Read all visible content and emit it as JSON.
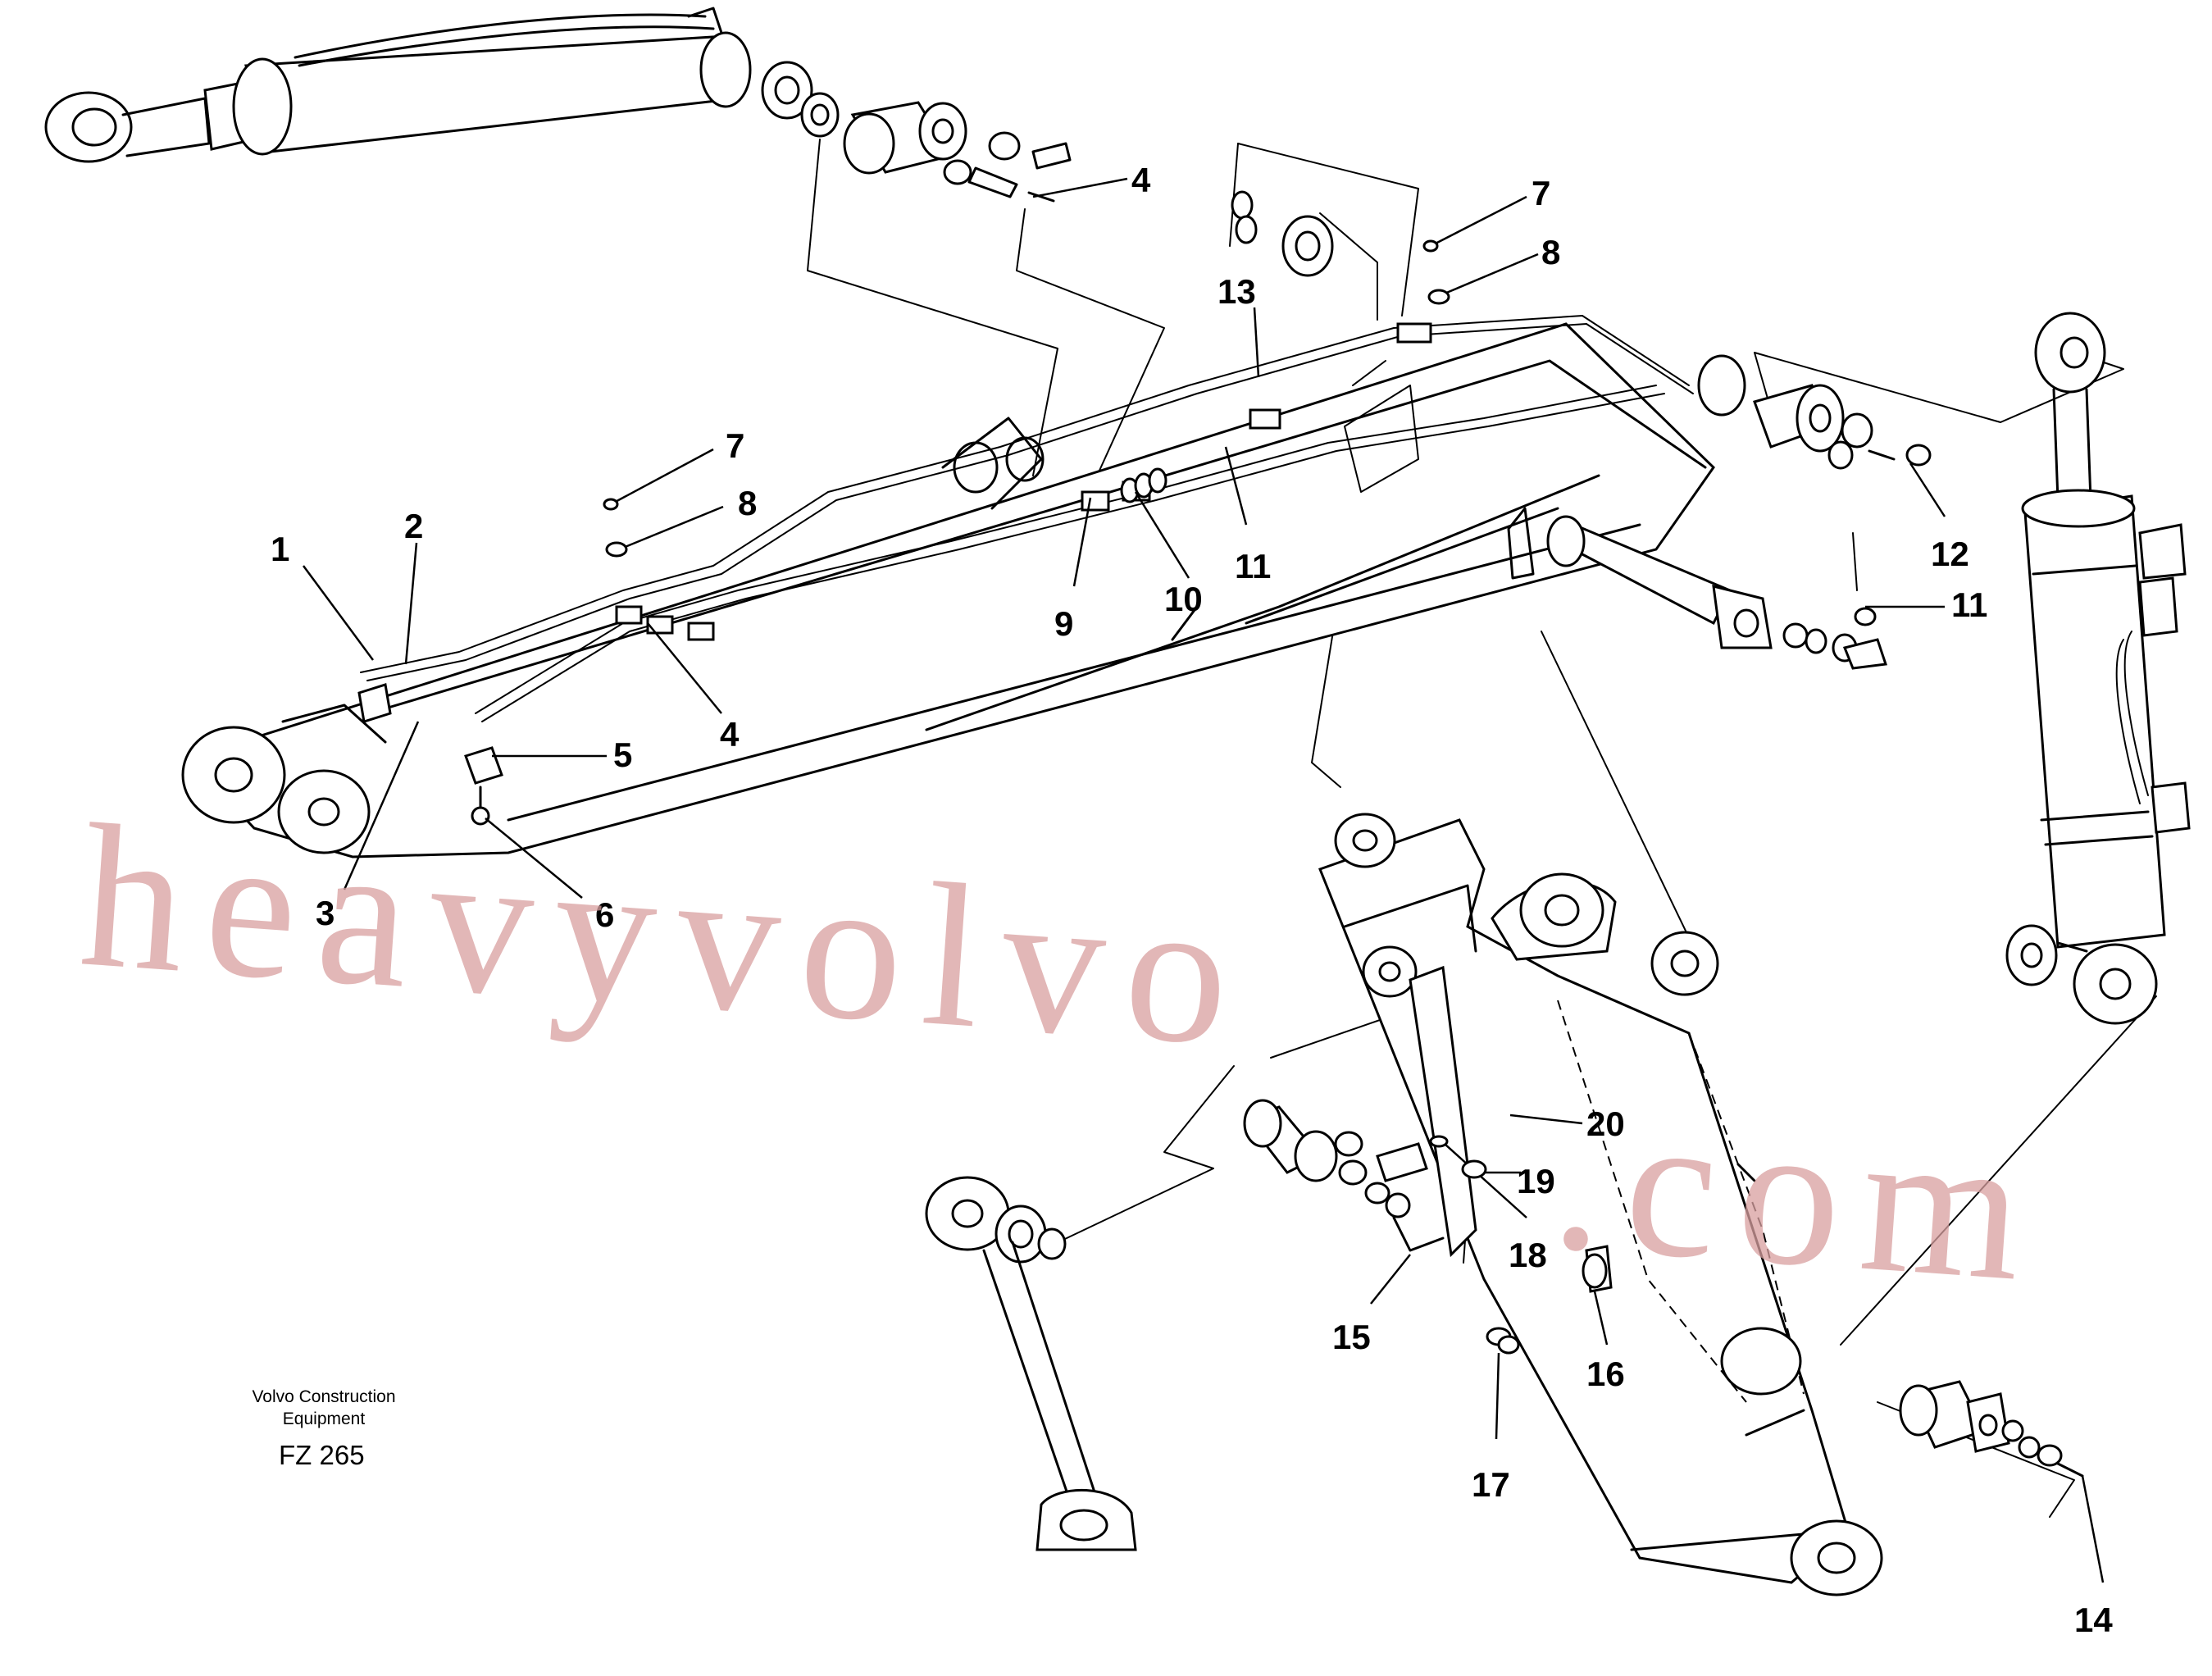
{
  "callouts": {
    "c1": "1",
    "c2": "2",
    "c3": "3",
    "c4a": "4",
    "c4b": "4",
    "c5": "5",
    "c6": "6",
    "c7a": "7",
    "c7b": "7",
    "c8a": "8",
    "c8b": "8",
    "c9": "9",
    "c10": "10",
    "c11a": "11",
    "c11b": "11",
    "c12": "12",
    "c13": "13",
    "c14": "14",
    "c15": "15",
    "c16": "16",
    "c17": "17",
    "c18": "18",
    "c19": "19",
    "c20": "20"
  },
  "footer": {
    "line1": "Volvo Construction",
    "line2": "Equipment",
    "code": "FZ 265"
  },
  "watermark": {
    "part1": "heavyvolvo",
    "part2": ".com"
  }
}
